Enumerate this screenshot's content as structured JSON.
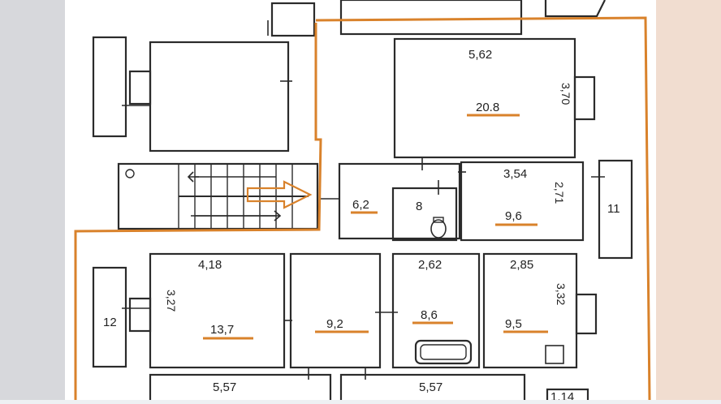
{
  "plan": {
    "colors": {
      "paper": "#ffffff",
      "background": "#eef0f3",
      "wall": "#2b2b2b",
      "highlight": "#d9822b",
      "side_blur_left": "#d7d8dc",
      "side_blur_right": "#f1ddd0"
    },
    "rooms": {
      "top_right_width": "5,62",
      "top_right_depth": "3,70",
      "top_right_area": "20.8",
      "hall_area": "6,2",
      "toilet_number": "8",
      "right_room_width": "3,54",
      "right_room_depth": "2,71",
      "right_room_area": "9,6",
      "balcony_right": "11",
      "left_room_width": "4,18",
      "left_room_depth": "3,27",
      "left_room_area": "13,7",
      "balcony_left": "12",
      "corridor_area": "9,2",
      "bath_width": "2,62",
      "bath_area": "8,6",
      "kitchen_width": "2,85",
      "kitchen_depth": "3,32",
      "kitchen_area": "9,5",
      "bottom_left_width": "5,57",
      "bottom_right_width": "5,57",
      "bottom_corner_label": "1,14"
    }
  }
}
